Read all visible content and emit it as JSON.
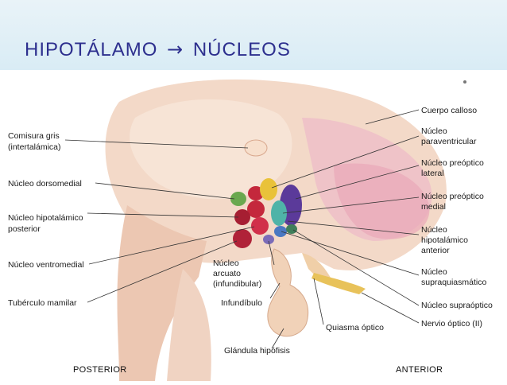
{
  "slide": {
    "title_left": "HIPOTÁLAMO",
    "title_arrow": "→",
    "title_right": "NÚCLEOS"
  },
  "labels_left": {
    "comisura_gris_1": "Comisura gris",
    "comisura_gris_2": "(intertalámica)",
    "nucleo_dorsomedial": "Núcleo dorsomedial",
    "nucleo_hipotalamico_posterior_1": "Núcleo hipotalámico",
    "nucleo_hipotalamico_posterior_2": "posterior",
    "nucleo_ventromedial": "Núcleo ventromedial",
    "tuberculo_mamilar": "Tubérculo mamilar"
  },
  "labels_right": {
    "cuerpo_calloso": "Cuerpo calloso",
    "paraventricular_1": "Núcleo",
    "paraventricular_2": "paraventricular",
    "preoptico_lateral_1": "Núcleo preóptico",
    "preoptico_lateral_2": "lateral",
    "preoptico_medial_1": "Núcleo preóptico",
    "preoptico_medial_2": "medial",
    "hipotalamico_anterior_1": "Núcleo",
    "hipotalamico_anterior_2": "hipotalámico",
    "hipotalamico_anterior_3": "anterior",
    "supraquiasmatico_1": "Núcleo",
    "supraquiasmatico_2": "supraquiasmático",
    "supraoptico": "Núcleo supraóptico",
    "nervio_optico": "Nervio óptico (II)"
  },
  "labels_center": {
    "arcuato_1": "Núcleo",
    "arcuato_2": "arcuato",
    "arcuato_3": "(infundibular)",
    "infundibulo": "Infundíbulo",
    "quiasma_optico": "Quiasma óptico",
    "glandula_hipofisis": "Glándula hipófisis"
  },
  "orientation": {
    "posterior": "POSTERIOR",
    "anterior": "ANTERIOR"
  },
  "colors": {
    "title": "#2d2f8e",
    "tissue_light": "#f3d9c8",
    "tissue_mid": "#e8b9a0",
    "tissue_pink": "#e9a8b8",
    "nucleus_red": "#c4283c",
    "nucleus_purple": "#5b3a9a",
    "nucleus_yellow": "#e9c23a",
    "nucleus_teal": "#4fb3a8",
    "nucleus_green": "#6aa84f"
  }
}
